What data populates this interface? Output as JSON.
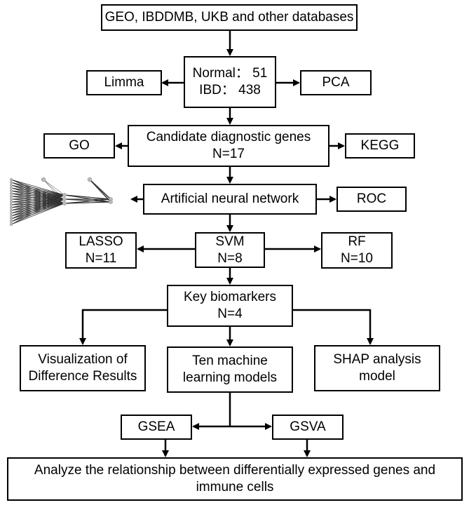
{
  "nodes": {
    "databases": {
      "line1": "GEO, IBDDMB, UKB and other databases"
    },
    "samples": {
      "line1": "Normal： 51",
      "line2": "IBD： 438"
    },
    "limma": {
      "line1": "Limma"
    },
    "pca": {
      "line1": "PCA"
    },
    "candidate": {
      "line1": "Candidate diagnostic genes",
      "line2": "N=17"
    },
    "go": {
      "line1": "GO"
    },
    "kegg": {
      "line1": "KEGG"
    },
    "ann": {
      "line1": "Artificial neural network"
    },
    "roc": {
      "line1": "ROC"
    },
    "lasso": {
      "line1": "LASSO",
      "line2": "N=11"
    },
    "svm": {
      "line1": "SVM",
      "line2": "N=8"
    },
    "rf": {
      "line1": "RF",
      "line2": "N=10"
    },
    "key": {
      "line1": "Key biomarkers",
      "line2": "N=4"
    },
    "visual": {
      "line1": "Visualization of",
      "line2": "Difference Results"
    },
    "ten": {
      "line1": "Ten machine",
      "line2": "learning models"
    },
    "shap": {
      "line1": "SHAP analysis",
      "line2": "model"
    },
    "gsea": {
      "line1": "GSEA"
    },
    "gsva": {
      "line1": "GSVA"
    },
    "immune": {
      "line1": "Analyze the relationship between differentially expressed genes and",
      "line2": "immune cells"
    }
  },
  "colors": {
    "line": "#000000",
    "box_border": "#000000",
    "nn_line": "#333333",
    "nn_node": "#bbbbbb"
  }
}
